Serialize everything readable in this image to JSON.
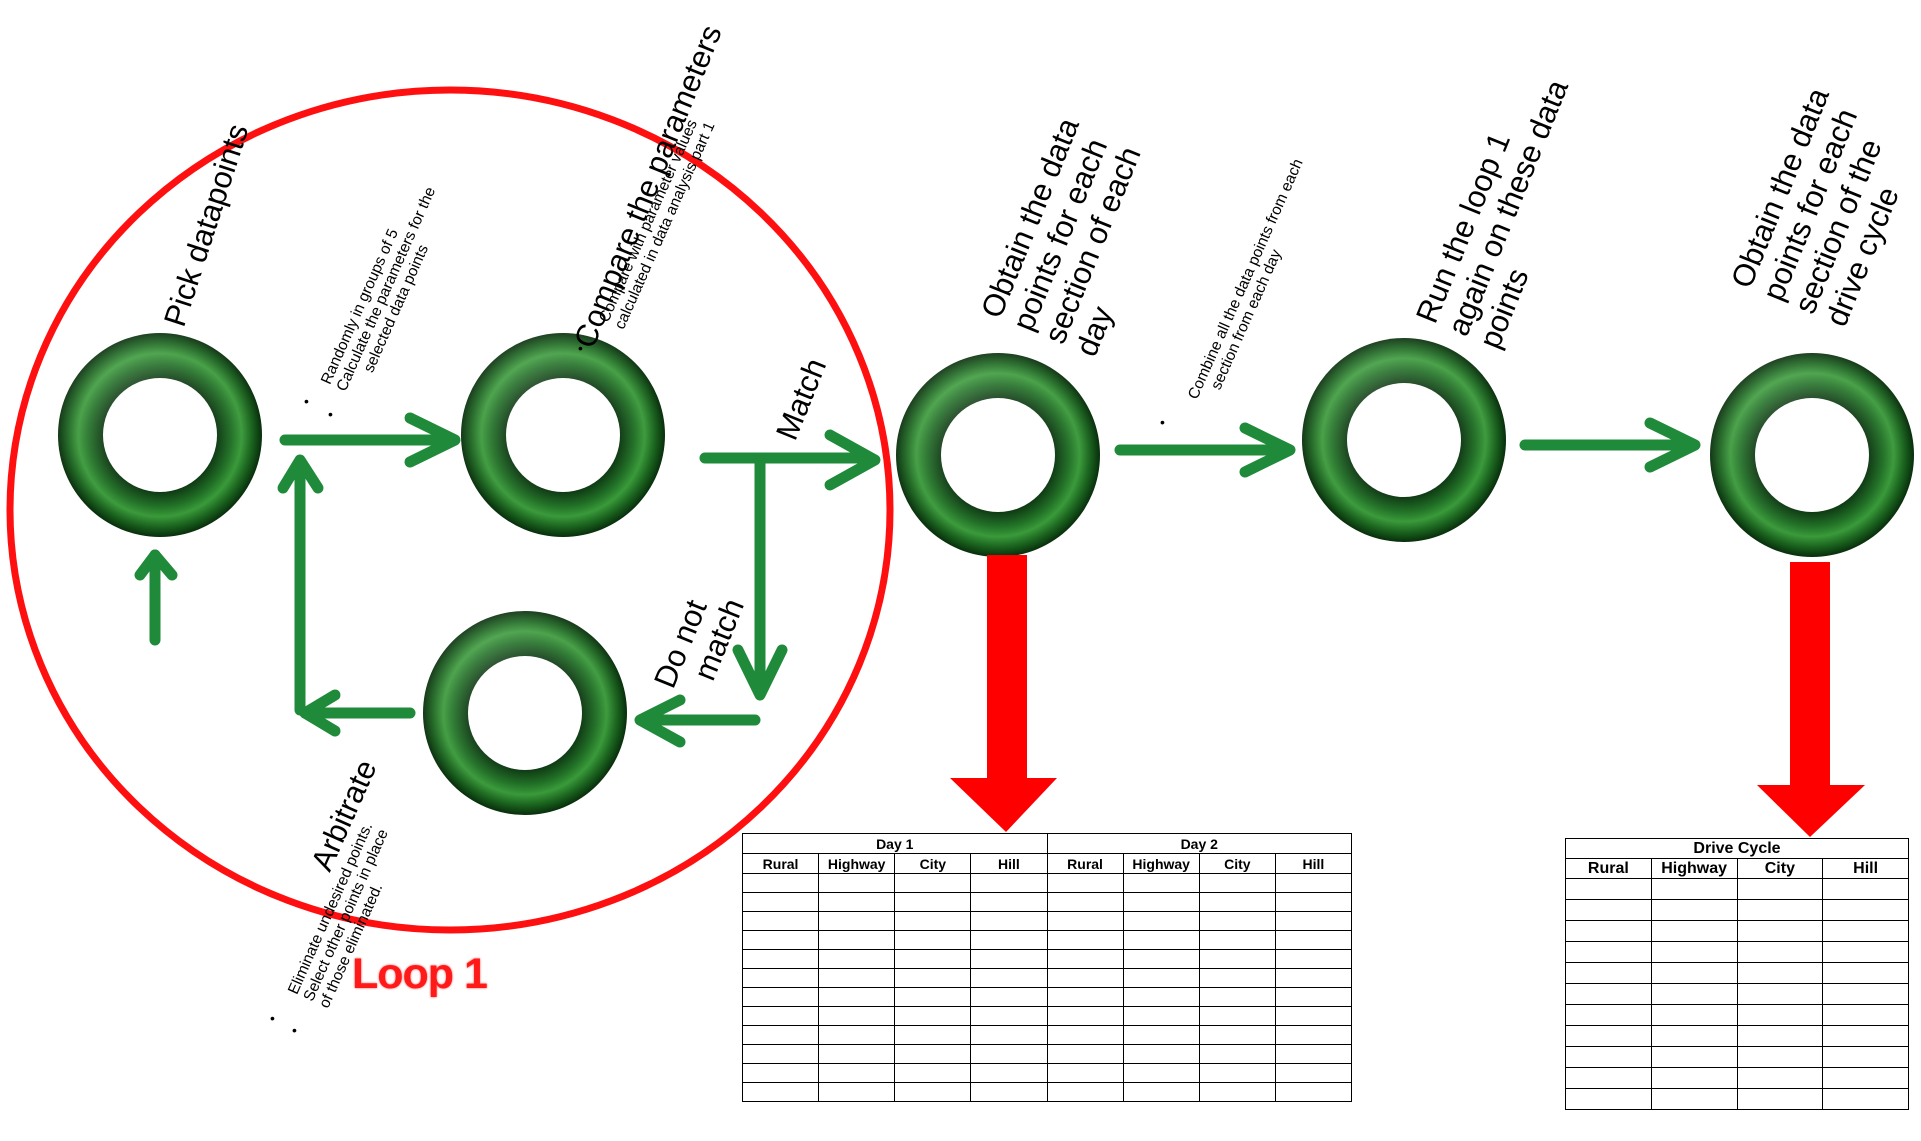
{
  "nodes": {
    "pick": {
      "label": "Pick datapoints"
    },
    "compare": {
      "label": "Compare the parameters"
    },
    "arbitrate": {
      "label": "Arbitrate"
    },
    "obtain_day": {
      "label_lines": [
        "Obtain the data",
        "points for each",
        "section of each",
        "day"
      ]
    },
    "run_loop": {
      "label_lines": [
        "Run the loop 1",
        "again on these data",
        "points"
      ]
    },
    "obtain_cycle": {
      "label_lines": [
        "Obtain the data",
        "points for each",
        "section of the",
        "drive cycle"
      ]
    }
  },
  "edges": {
    "match": "Match",
    "do_not_match_lines": [
      "Do not",
      "match"
    ]
  },
  "notes": {
    "pick_to_compare": [
      "Randomly in groups of 5",
      "Calculate  the parameters  for the",
      "selected data points"
    ],
    "compare": [
      "Compare  with parameter values",
      "calculated  in data analysis part 1"
    ],
    "arbitrate": [
      "Eliminate undesired points.",
      "Select other points in place",
      "of those eliminated."
    ],
    "combine": [
      "Combine all  the data points from each",
      "section from each day"
    ]
  },
  "loop_label": "Loop 1",
  "colors": {
    "ring": "#0d5a16",
    "ring_light": "#2f8a2f",
    "arrow": "#1f8a3a",
    "loop": "#ff1010",
    "down_arrow": "#ff0000"
  },
  "table_days": {
    "groups": [
      "Day 1",
      "Day 2"
    ],
    "columns": [
      "Rural",
      "Highway",
      "City",
      "Hill",
      "Rural",
      "Highway",
      "City",
      "Hill"
    ],
    "empty_rows": 12
  },
  "table_cycle": {
    "group": "Drive Cycle",
    "columns": [
      "Rural",
      "Highway",
      "City",
      "Hill"
    ],
    "empty_rows": 11
  }
}
